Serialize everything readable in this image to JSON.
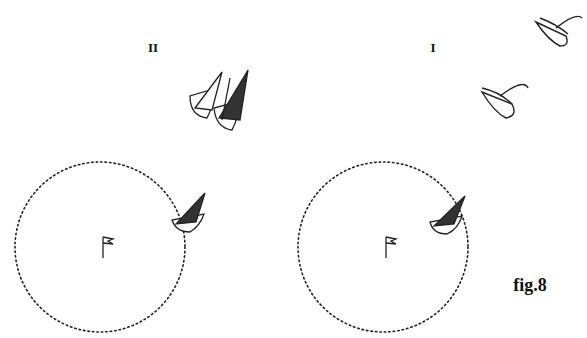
{
  "diagram": {
    "labels": [
      "II",
      "I",
      "fig.8"
    ]
  }
}
